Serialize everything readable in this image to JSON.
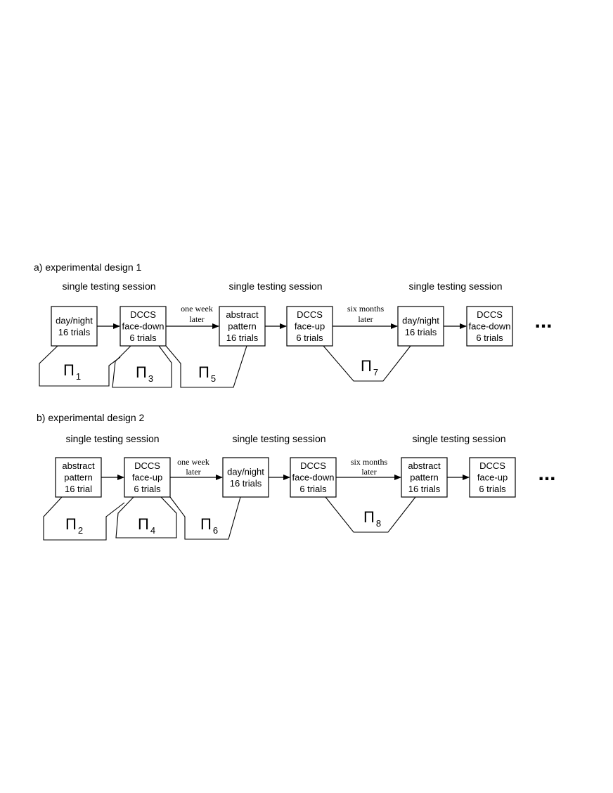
{
  "colors": {
    "ink": "#000000",
    "background": "#ffffff"
  },
  "panels": [
    {
      "title": "a) experimental design 1",
      "sessions": [
        "single testing session",
        "single testing session",
        "single testing session"
      ],
      "boxes": [
        [
          "day/night",
          "16 trials"
        ],
        [
          "DCCS",
          "face-down",
          "6 trials"
        ],
        [
          "abstract",
          "pattern",
          "16 trials"
        ],
        [
          "DCCS",
          "face-up",
          "6 trials"
        ],
        [
          "day/night",
          "16 trials"
        ],
        [
          "DCCS",
          "face-down",
          "6 trials"
        ]
      ],
      "gap_labels": [
        [
          "one week",
          "later"
        ],
        [
          "six months",
          "later"
        ]
      ],
      "pis": [
        {
          "symbol": "Π",
          "sub": "1"
        },
        {
          "symbol": "Π",
          "sub": "3"
        },
        {
          "symbol": "Π",
          "sub": "5"
        },
        {
          "symbol": "Π",
          "sub": "7"
        }
      ],
      "ellipsis": "..."
    },
    {
      "title": "b) experimental design 2",
      "sessions": [
        "single testing session",
        "single testing session",
        "single testing session"
      ],
      "boxes": [
        [
          "abstract",
          "pattern",
          "16 trial"
        ],
        [
          "DCCS",
          "face-up",
          "6 trials"
        ],
        [
          "day/night",
          "16 trials"
        ],
        [
          "DCCS",
          "face-down",
          "6 trials"
        ],
        [
          "abstract",
          "pattern",
          "16 trials"
        ],
        [
          "DCCS",
          "face-up",
          "6 trials"
        ]
      ],
      "gap_labels": [
        [
          "one week",
          "later"
        ],
        [
          "six months",
          "later"
        ]
      ],
      "pis": [
        {
          "symbol": "Π",
          "sub": "2"
        },
        {
          "symbol": "Π",
          "sub": "4"
        },
        {
          "symbol": "Π",
          "sub": "6"
        },
        {
          "symbol": "Π",
          "sub": "8"
        }
      ],
      "ellipsis": "..."
    }
  ]
}
